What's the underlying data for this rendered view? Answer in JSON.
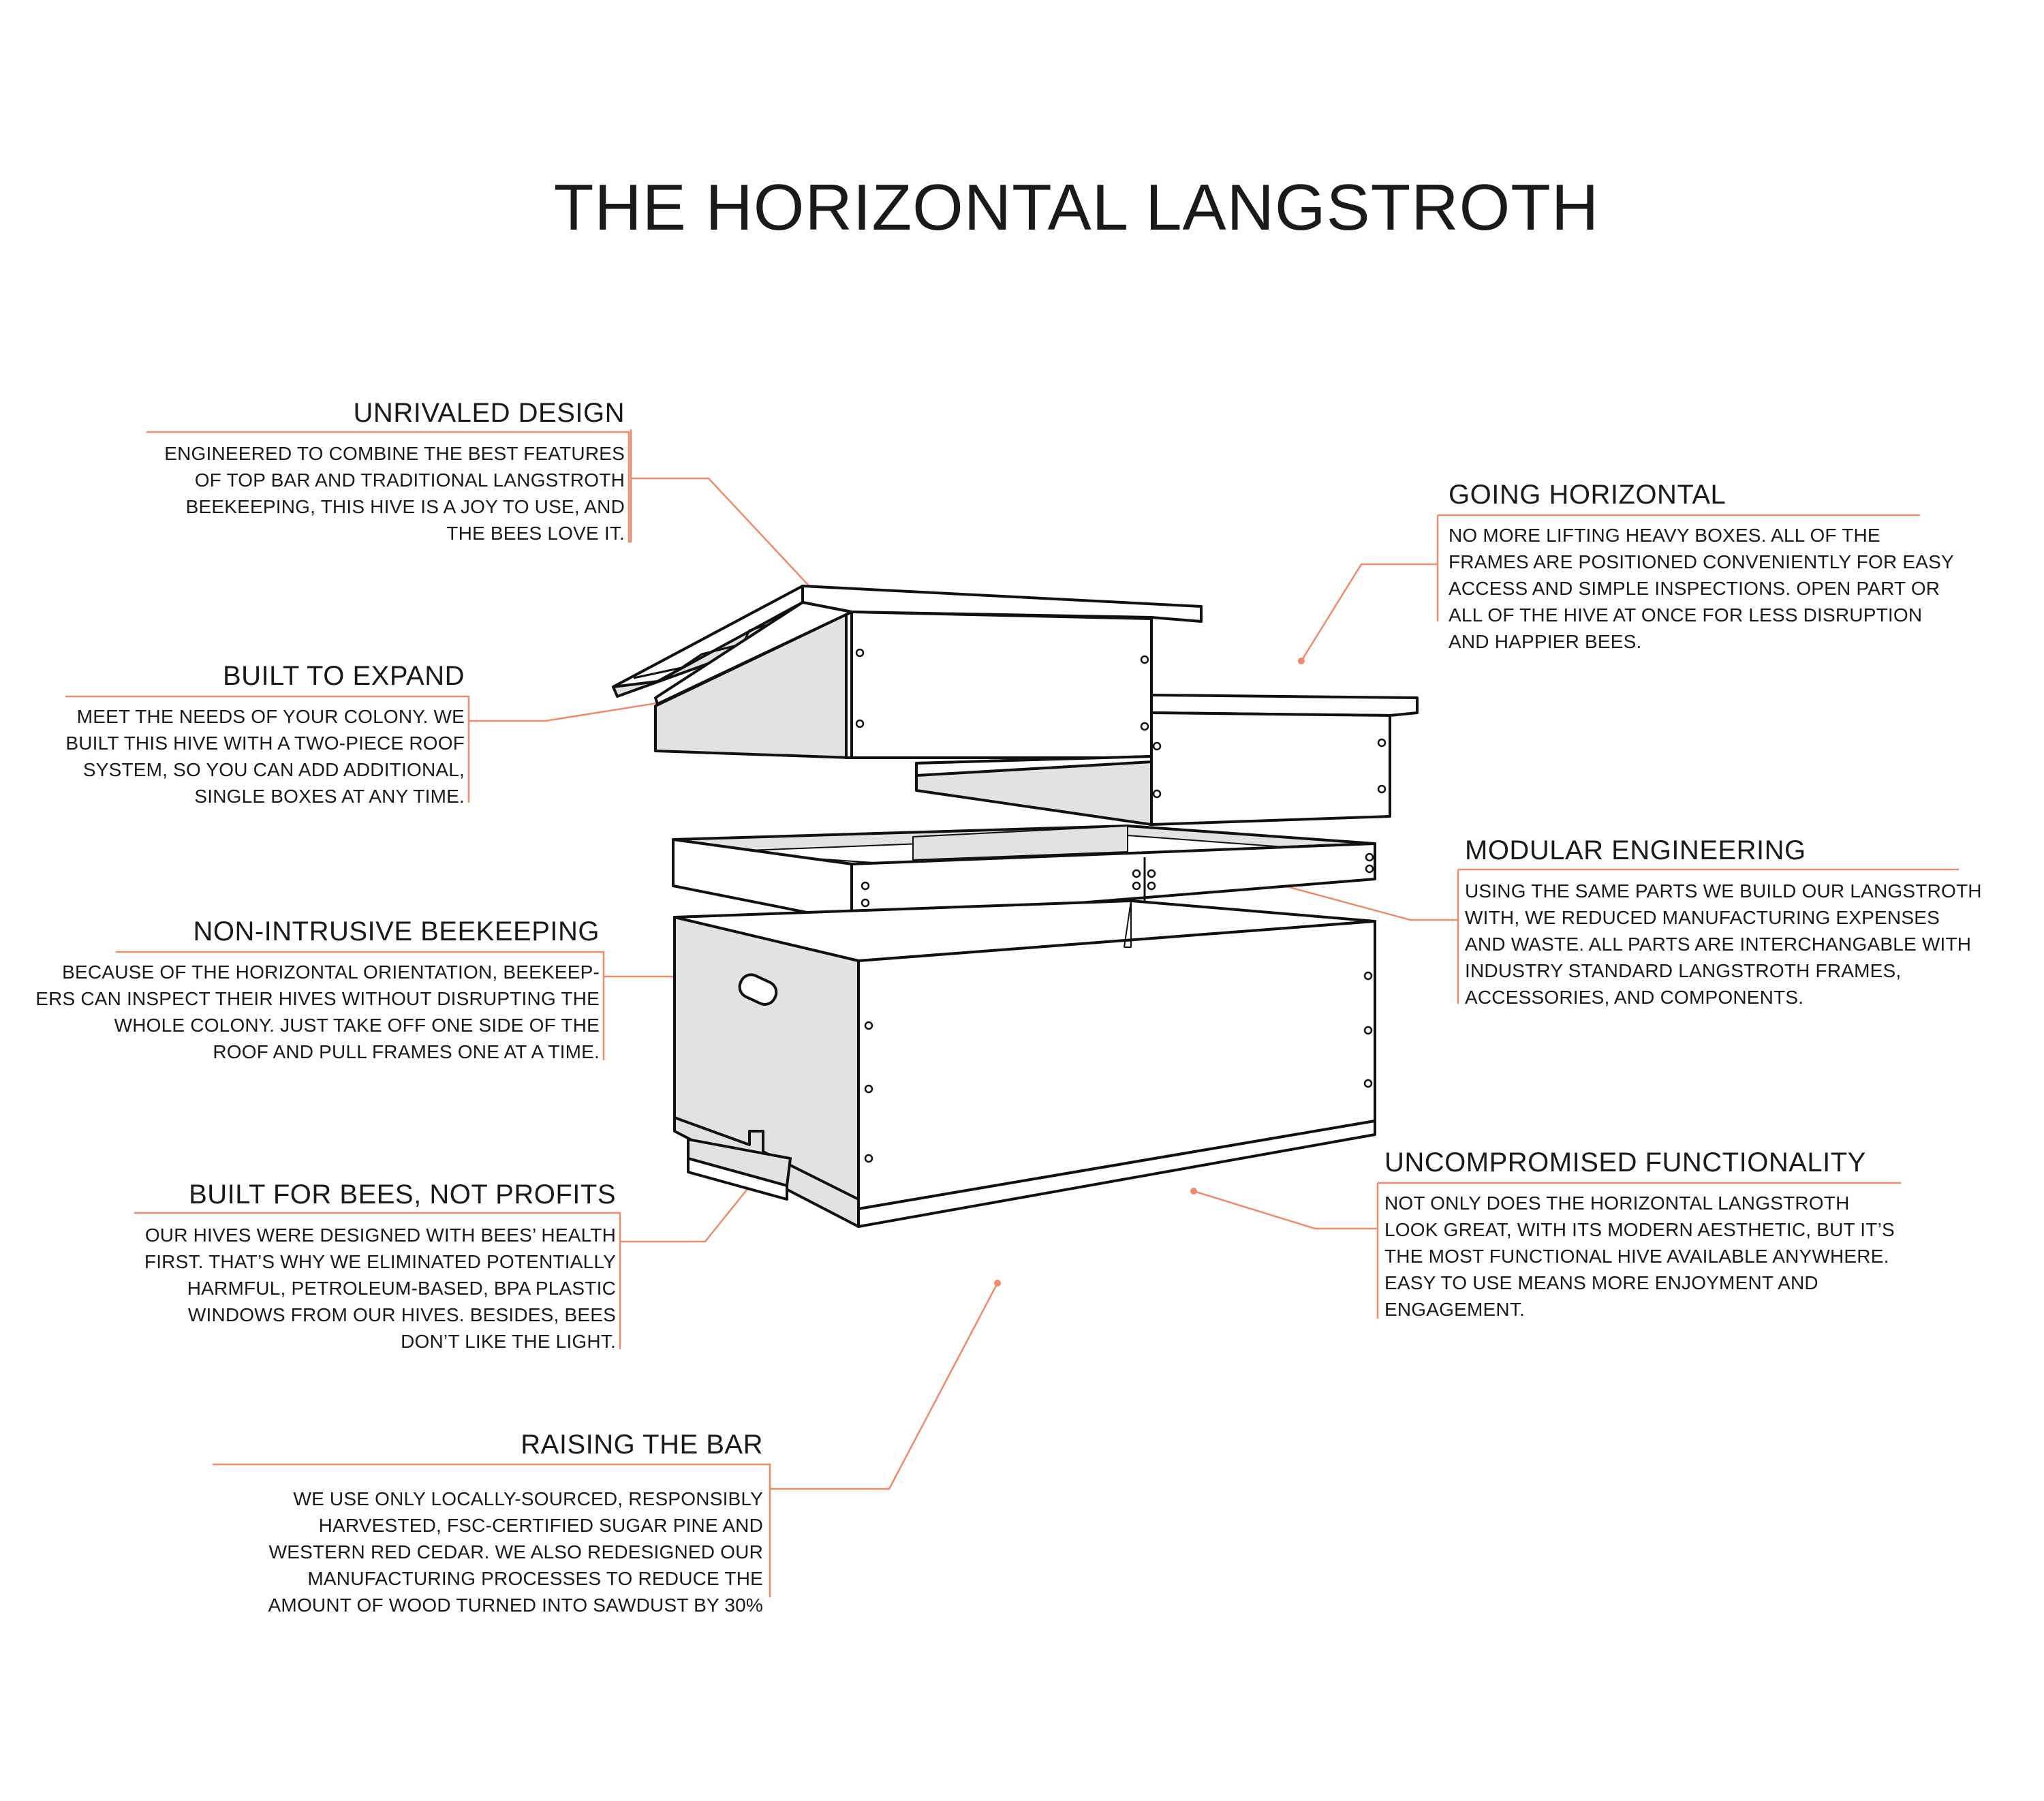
{
  "title": "THE HORIZONTAL LANGSTROTH",
  "colors": {
    "accent": "#f08a68",
    "panel": "#e2e2e2",
    "outline": "#111111",
    "text": "#1a1a1a"
  },
  "callouts": [
    {
      "id": "unrivaled-design",
      "heading": "UNRIVALED DESIGN",
      "lines": [
        "ENGINEERED TO COMBINE THE BEST FEATURES",
        "OF TOP BAR AND TRADITIONAL LANGSTROTH",
        "BEEKEEPING, THIS HIVE IS A JOY TO USE, AND",
        "THE BEES LOVE IT."
      ]
    },
    {
      "id": "built-to-expand",
      "heading": "BUILT TO EXPAND",
      "lines": [
        "MEET THE NEEDS OF YOUR COLONY.  WE",
        "BUILT THIS HIVE WITH A TWO-PIECE ROOF",
        "SYSTEM, SO YOU CAN ADD ADDITIONAL,",
        "SINGLE BOXES AT ANY TIME."
      ]
    },
    {
      "id": "non-intrusive",
      "heading": "NON-INTRUSIVE BEEKEEPING",
      "lines": [
        "BECAUSE OF THE HORIZONTAL ORIENTATION, BEEKEEP-",
        "ERS CAN INSPECT THEIR HIVES WITHOUT DISRUPTING THE",
        "WHOLE COLONY.  JUST TAKE OFF ONE SIDE OF THE",
        "ROOF AND PULL FRAMES ONE AT A TIME."
      ]
    },
    {
      "id": "built-for-bees",
      "heading": "BUILT FOR BEES, NOT PROFITS",
      "lines": [
        "OUR HIVES WERE DESIGNED WITH BEES’ HEALTH",
        "FIRST.  THAT’S WHY WE ELIMINATED POTENTIALLY",
        "HARMFUL, PETROLEUM-BASED, BPA PLASTIC",
        "WINDOWS FROM OUR HIVES.  BESIDES, BEES",
        "DON’T LIKE THE LIGHT."
      ]
    },
    {
      "id": "raising-the-bar",
      "heading": "RAISING THE BAR",
      "lines": [
        "WE USE ONLY LOCALLY-SOURCED, RESPONSIBLY",
        "HARVESTED, FSC-CERTIFIED SUGAR PINE AND",
        "WESTERN RED CEDAR.  WE ALSO REDESIGNED OUR",
        "MANUFACTURING PROCESSES TO REDUCE THE",
        "AMOUNT OF WOOD TURNED INTO SAWDUST BY 30%"
      ]
    },
    {
      "id": "going-horizontal",
      "heading": "GOING HORIZONTAL",
      "lines": [
        "NO MORE LIFTING HEAVY BOXES.  ALL OF THE",
        "FRAMES ARE POSITIONED CONVENIENTLY FOR EASY",
        "ACCESS AND SIMPLE INSPECTIONS.  OPEN PART OR",
        "ALL OF THE HIVE AT ONCE FOR LESS DISRUPTION",
        "AND HAPPIER BEES."
      ]
    },
    {
      "id": "modular-engineering",
      "heading": "MODULAR ENGINEERING",
      "lines": [
        "USING THE SAME PARTS WE BUILD OUR LANGSTROTH",
        "WITH, WE REDUCED MANUFACTURING EXPENSES",
        "AND WASTE.  ALL PARTS ARE INTERCHANGABLE WITH",
        "INDUSTRY STANDARD LANGSTROTH FRAMES,",
        "ACCESSORIES, AND COMPONENTS."
      ]
    },
    {
      "id": "uncompromised",
      "heading": "UNCOMPROMISED FUNCTIONALITY",
      "lines": [
        "NOT ONLY DOES THE HORIZONTAL LANGSTROTH",
        "LOOK GREAT, WITH ITS MODERN AESTHETIC, BUT IT’S",
        "THE MOST FUNCTIONAL HIVE AVAILABLE ANYWHERE.",
        "EASY TO USE MEANS MORE ENJOYMENT AND",
        "ENGAGEMENT."
      ]
    }
  ]
}
